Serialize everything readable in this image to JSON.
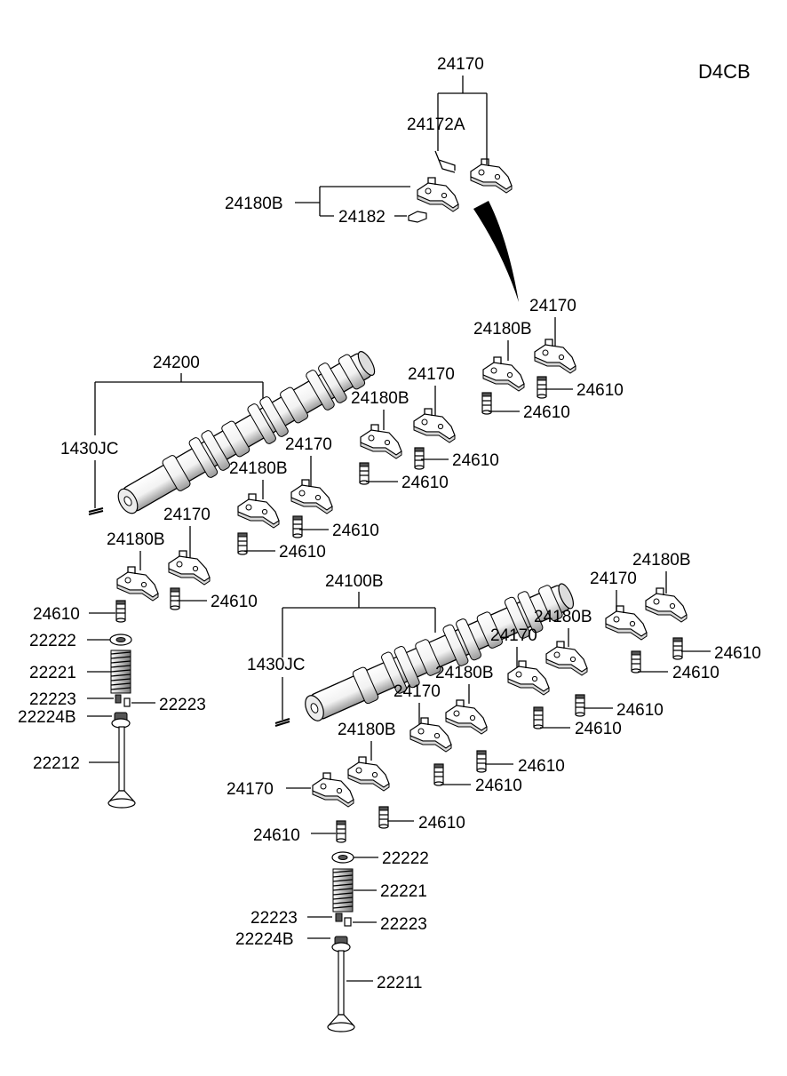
{
  "model_code": "D4CB",
  "labels": {
    "detail_group": "24170",
    "detail_clip": "24172A",
    "detail_arm": "24180B",
    "detail_shim": "24182",
    "exhaust_cam": "24200",
    "exhaust_pin": "1430JC",
    "intake_cam": "24100B",
    "intake_pin": "1430JC",
    "rocker": "24170",
    "rocker_b": "24180B",
    "lifter": "24610",
    "retainer": "22222",
    "spring": "22221",
    "keeper": "22223",
    "seal": "22224B",
    "exhaust_valve": "22212",
    "intake_valve": "22211"
  }
}
